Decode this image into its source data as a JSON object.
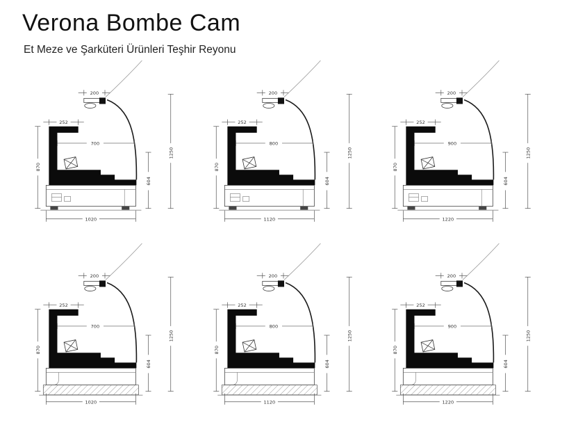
{
  "header": {
    "title": "Verona Bombe Cam",
    "subtitle": "Et Meze ve Şarküteri Ürünleri Teşhir Reyonu"
  },
  "drawings": [
    {
      "variant": "counter",
      "canopy_width": "200",
      "top_ledge": "252",
      "shelf_width": "700",
      "body_height": "870",
      "overall_height": "1250",
      "front_height": "604",
      "overall_width": "1020"
    },
    {
      "variant": "counter",
      "canopy_width": "200",
      "top_ledge": "252",
      "shelf_width": "800",
      "body_height": "870",
      "overall_height": "1250",
      "front_height": "604",
      "overall_width": "1120"
    },
    {
      "variant": "counter",
      "canopy_width": "200",
      "top_ledge": "252",
      "shelf_width": "900",
      "body_height": "870",
      "overall_height": "1250",
      "front_height": "604",
      "overall_width": "1220"
    },
    {
      "variant": "plinth",
      "canopy_width": "200",
      "top_ledge": "252",
      "shelf_width": "700",
      "body_height": "870",
      "overall_height": "1250",
      "front_height": "604",
      "overall_width": "1020"
    },
    {
      "variant": "plinth",
      "canopy_width": "200",
      "top_ledge": "252",
      "shelf_width": "800",
      "body_height": "870",
      "overall_height": "1250",
      "front_height": "604",
      "overall_width": "1120"
    },
    {
      "variant": "plinth",
      "canopy_width": "200",
      "top_ledge": "252",
      "shelf_width": "900",
      "body_height": "870",
      "overall_height": "1250",
      "front_height": "604",
      "overall_width": "1220"
    }
  ]
}
